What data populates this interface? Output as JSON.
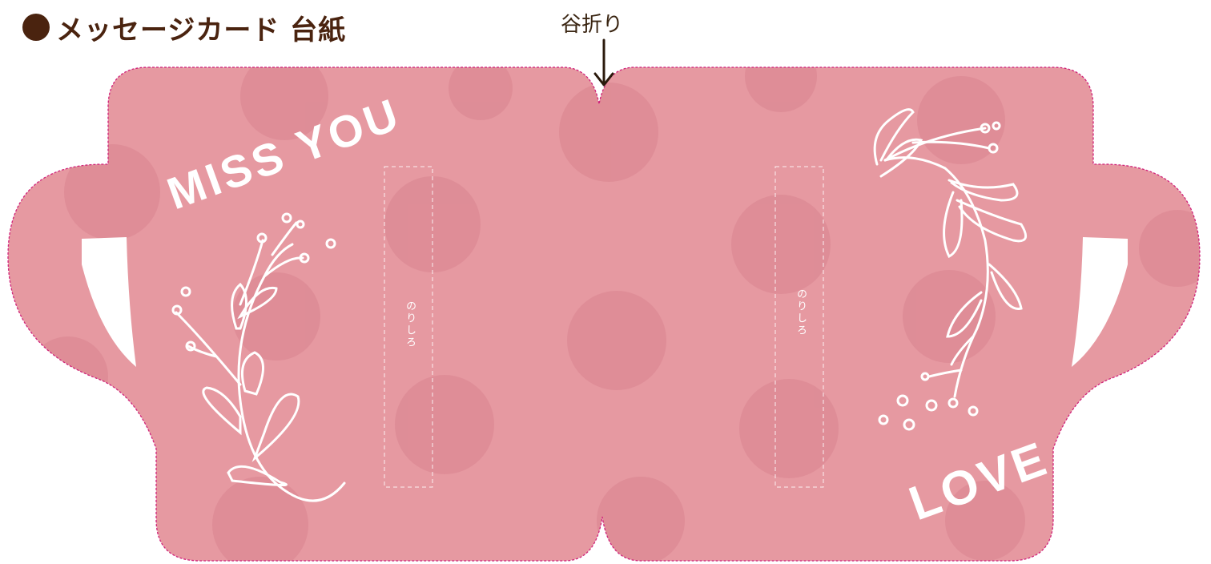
{
  "title": {
    "text": "メッセージカード 台紙",
    "bullet_color": "#4a230f"
  },
  "fold": {
    "label": "谷折り",
    "icon": "arrow-down-icon"
  },
  "card": {
    "fill_color": "#e699a1",
    "cut_line_color": "#d0227a",
    "left_message": "MISS YOU",
    "right_message": "LOVE"
  },
  "glue_areas": [
    {
      "label": "のりしろ"
    },
    {
      "label": "のりしろ"
    }
  ]
}
